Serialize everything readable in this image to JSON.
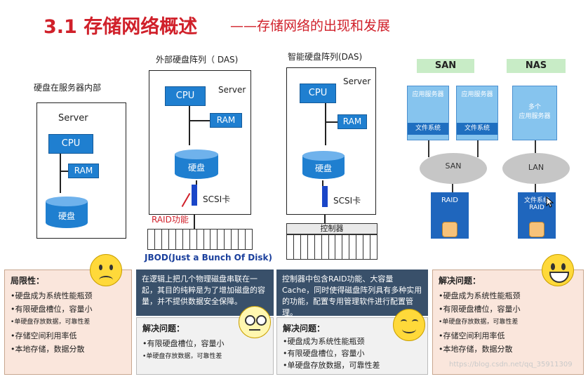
{
  "header": {
    "title": "3.1 存储网络概述",
    "subtitle": "——存储网络的出现和发展"
  },
  "internal": {
    "caption": "硬盘在服务器内部",
    "server": "Server",
    "cpu": "CPU",
    "ram": "RAM",
    "disk": "硬盘"
  },
  "das": {
    "caption": "外部硬盘阵列（ DAS)",
    "server": "Server",
    "cpu": "CPU",
    "ram": "RAM",
    "disk": "硬盘",
    "scsi": "SCSI卡",
    "raid": "RAID功能",
    "jbod": "JBOD(Just a Bunch Of Disk)"
  },
  "smart_das": {
    "caption": "智能硬盘阵列(DAS)",
    "server": "Server",
    "cpu": "CPU",
    "ram": "RAM",
    "disk": "硬盘",
    "scsi": "SCSI卡",
    "controller": "控制器"
  },
  "san": {
    "tag": "SAN",
    "app1": "应用服务器",
    "app2": "应用服务器",
    "fs1": "文件系统",
    "fs2": "文件系统",
    "cloud": "SAN",
    "raid": "RAID"
  },
  "nas": {
    "tag": "NAS",
    "app_line1": "多个",
    "app_line2": "应用服务器",
    "cloud": "LAN",
    "fs": "文件系统",
    "raid": "RAID"
  },
  "box1": {
    "title": "局限性：",
    "items": [
      "硬盘成为系统性能瓶颈",
      "有限硬盘槽位，容量小",
      "单硬盘存放数据，可靠性差",
      "存储空间利用率低",
      "本地存储，数据分散"
    ]
  },
  "box2_top": {
    "text": "在逻辑上把几个物理磁盘串联在一起，其目的纯粹是为了增加磁盘的容量，并不提供数据安全保障。"
  },
  "box2_bottom": {
    "title": "解决问题：",
    "items": [
      "有限硬盘槽位，容量小",
      "单硬盘存放数据，可靠性差"
    ]
  },
  "box3_top": {
    "text": "控制器中包含RAID功能、大容量Cache，同时使得磁盘阵列具有多种实用的功能，配置专用管理软件进行配置管理。"
  },
  "box3_bottom": {
    "title": "解决问题：",
    "items": [
      "硬盘成为系统性能瓶颈",
      "有限硬盘槽位，容量小",
      "单硬盘存放数据，可靠性差"
    ]
  },
  "box4": {
    "title": "解决问题：",
    "items": [
      "硬盘成为系统性能瓶颈",
      "有限硬盘槽位，容量小",
      "单硬盘存放数据，可靠性差",
      "存储空间利用率低",
      "本地存储，数据分散"
    ]
  },
  "watermark": "https://blog.csdn.net/qq_35911309",
  "colors": {
    "title_red": "#d0202a",
    "blue": "#1f7fd0",
    "tag_green": "#c8ecc6",
    "dark_box": "#39506a",
    "pink_box": "#fae6dc"
  },
  "icons": [
    "frown-face-icon",
    "neutral-face-icon",
    "smile-face-icon",
    "grin-face-icon",
    "mouse-cursor-icon"
  ]
}
